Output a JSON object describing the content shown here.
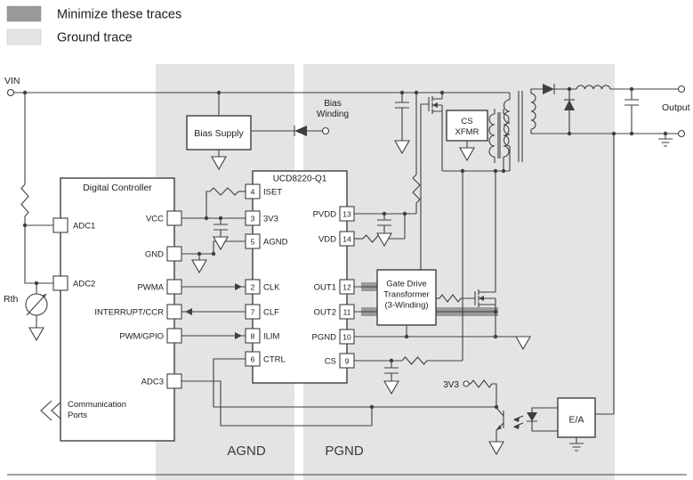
{
  "colors": {
    "minimize": "#9a9a9a",
    "ground": "#e4e4e4"
  },
  "legend": {
    "minimize": "Minimize these traces",
    "ground": "Ground trace"
  },
  "regions": {
    "agnd": "AGND",
    "pgnd": "PGND"
  },
  "power": {
    "vin": "VIN",
    "output": "Output"
  },
  "bias": {
    "supply": "Bias Supply",
    "winding_line1": "Bias",
    "winding_line2": "Winding"
  },
  "cs_xfmr": {
    "line1": "CS",
    "line2": "XFMR"
  },
  "gate_xfmr": {
    "line1": "Gate Drive",
    "line2": "Transformer",
    "line3": "(3-Winding)"
  },
  "ea": {
    "label": "E/A"
  },
  "misc": {
    "rth": "Rth",
    "v3v3": "3V3"
  },
  "controller": {
    "title": "Digital Controller",
    "adc1": "ADC1",
    "adc2": "ADC2",
    "vcc": "VCC",
    "gnd": "GND",
    "pwma": "PWMA",
    "interrupt": "INTERRUPT/CCR",
    "pwm_gpio": "PWM/GPIO",
    "adc3": "ADC3",
    "comm_line1": "Communication",
    "comm_line2": "Ports"
  },
  "ucd": {
    "title": "UCD8220-Q1",
    "pins_left": [
      {
        "num": "4",
        "name": "ISET"
      },
      {
        "num": "3",
        "name": "3V3"
      },
      {
        "num": "5",
        "name": "AGND"
      },
      {
        "num": "2",
        "name": "CLK"
      },
      {
        "num": "7",
        "name": "CLF"
      },
      {
        "num": "8",
        "name": "ILIM"
      },
      {
        "num": "6",
        "name": "CTRL"
      }
    ],
    "pins_right": [
      {
        "num": "13",
        "name": "PVDD"
      },
      {
        "num": "14",
        "name": "VDD"
      },
      {
        "num": "12",
        "name": "OUT1"
      },
      {
        "num": "11",
        "name": "OUT2"
      },
      {
        "num": "10",
        "name": "PGND"
      },
      {
        "num": "9",
        "name": "CS"
      }
    ]
  }
}
